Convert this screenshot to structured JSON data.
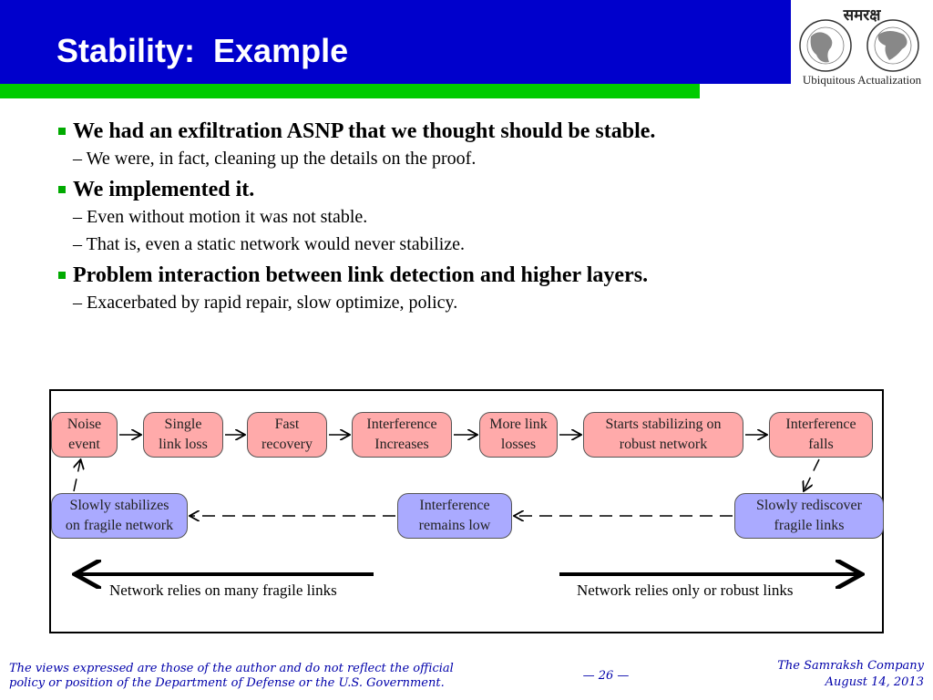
{
  "slide": {
    "title": "Stability:  Example",
    "colors": {
      "header_blue": "#0000cc",
      "header_green": "#00cc00",
      "bullet_green": "#00aa00",
      "node_red": "#ffaaaa",
      "node_blue": "#aaaaff",
      "footer_text": "#0000aa"
    }
  },
  "logo": {
    "script_text": "समरक्ष",
    "caption": "Ubiquitous Actualization",
    "icon": "globe-icon"
  },
  "bullets": [
    {
      "text": "We had an exfiltration ASNP that we thought should be stable.",
      "subs": [
        "– We were, in fact, cleaning up the details on the proof."
      ]
    },
    {
      "text": "We implemented it.",
      "subs": [
        "– Even without motion it was not stable.",
        "– That is, even a static network would never stabilize."
      ]
    },
    {
      "text": "Problem interaction between link detection and higher layers.",
      "subs": [
        "– Exacerbated by rapid repair, slow optimize, policy."
      ]
    }
  ],
  "diagram": {
    "nodes": [
      {
        "id": "noise",
        "label": "Noise\nevent",
        "color": "red"
      },
      {
        "id": "single",
        "label": "Single\nlink loss",
        "color": "red"
      },
      {
        "id": "fast",
        "label": "Fast\nrecovery",
        "color": "red"
      },
      {
        "id": "interf_inc",
        "label": "Interference\nIncreases",
        "color": "red"
      },
      {
        "id": "more",
        "label": "More link\nlosses",
        "color": "red"
      },
      {
        "id": "starts",
        "label": "Starts stabilizing on\nrobust network",
        "color": "red"
      },
      {
        "id": "interf_falls",
        "label": "Interference\nfalls",
        "color": "red"
      },
      {
        "id": "slow_stab",
        "label": "Slowly stabilizes\non fragile network",
        "color": "blue"
      },
      {
        "id": "interf_low",
        "label": "Interference\nremains low",
        "color": "blue"
      },
      {
        "id": "slow_red",
        "label": "Slowly rediscover\nfragile links",
        "color": "blue"
      }
    ],
    "edges": [
      {
        "from": "noise",
        "to": "single",
        "style": "solid"
      },
      {
        "from": "single",
        "to": "fast",
        "style": "solid"
      },
      {
        "from": "fast",
        "to": "interf_inc",
        "style": "solid"
      },
      {
        "from": "interf_inc",
        "to": "more",
        "style": "solid"
      },
      {
        "from": "more",
        "to": "starts",
        "style": "solid"
      },
      {
        "from": "starts",
        "to": "interf_falls",
        "style": "solid"
      },
      {
        "from": "interf_falls",
        "to": "slow_red",
        "style": "dashed"
      },
      {
        "from": "slow_red",
        "to": "interf_low",
        "style": "dashed"
      },
      {
        "from": "interf_low",
        "to": "slow_stab",
        "style": "dashed"
      },
      {
        "from": "slow_stab",
        "to": "noise",
        "style": "dashed"
      }
    ],
    "captions": {
      "left": "Network relies on many fragile links",
      "right": "Network relies only or robust links"
    }
  },
  "footer": {
    "disclaimer": "The views expressed are those of the author and do not reflect the official policy or position of the Department of Defense or the U.S. Government.",
    "page": "— 26 —",
    "company": "The Samraksh Company",
    "date": "August 14, 2013"
  }
}
